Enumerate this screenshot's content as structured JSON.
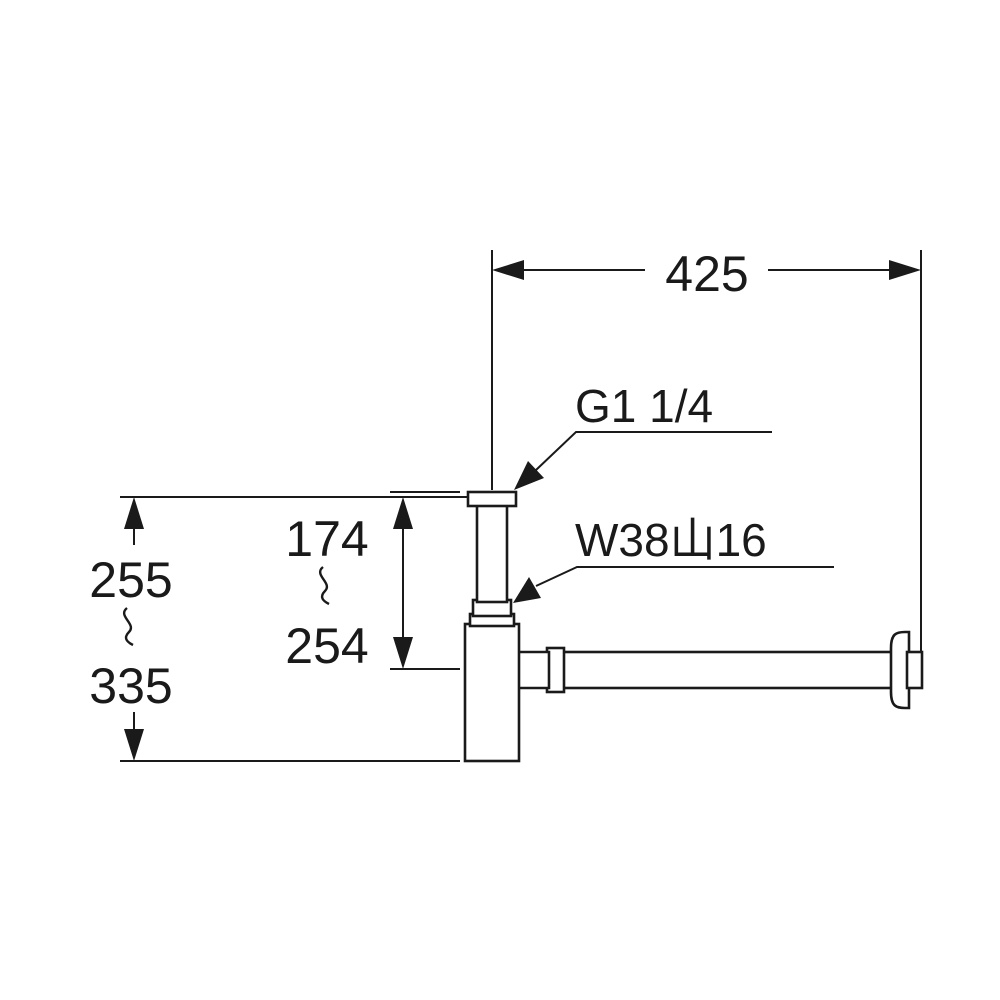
{
  "dimensions": {
    "overall_width": "425",
    "outlet_height_min": "174",
    "outlet_height_max": "254",
    "total_height_min": "255",
    "total_height_max": "335"
  },
  "labels": {
    "inlet_thread": "G1 1/4",
    "waste_pipe": "W38山16"
  },
  "colors": {
    "line": "#1a1a1a",
    "background": "#ffffff"
  }
}
